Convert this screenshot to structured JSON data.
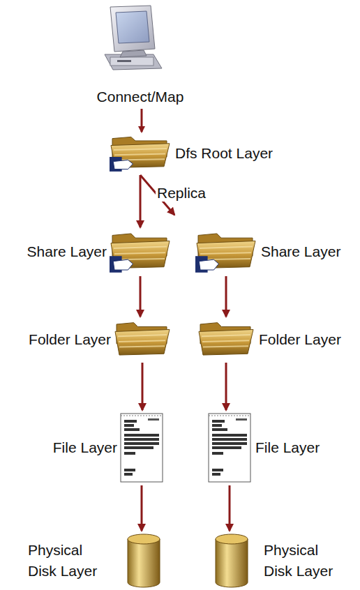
{
  "diagram": {
    "nodes": [
      {
        "text": [
          "Dfs Root Layer"
        ]
      },
      {
        "text": [
          "Share Layer"
        ]
      },
      {
        "text": [
          "Share Layer"
        ]
      },
      {
        "text": [
          "Folder Layer"
        ]
      },
      {
        "text": [
          "Folder Layer"
        ]
      },
      {
        "text": [
          "File Layer"
        ]
      },
      {
        "text": [
          "File Layer"
        ]
      },
      {
        "text": [
          "Physical Disk Layer"
        ]
      },
      {
        "text": [
          "Physical Disk Layer"
        ]
      }
    ],
    "edges": [
      {
        "from": 0,
        "to": 1,
        "arrow": "to"
      },
      {
        "from": 0,
        "to": 2,
        "label": "Replica",
        "arrow": "to"
      },
      {
        "from": 1,
        "to": 3,
        "arrow": "to"
      },
      {
        "from": 2,
        "to": 4,
        "arrow": "to"
      },
      {
        "from": 3,
        "to": 5,
        "arrow": "to"
      },
      {
        "from": 4,
        "to": 6,
        "arrow": "to"
      },
      {
        "from": 5,
        "to": 7,
        "arrow": "to"
      },
      {
        "from": 6,
        "to": 8,
        "arrow": "to"
      }
    ],
    "labels": [
      "Connect/Map"
    ]
  }
}
